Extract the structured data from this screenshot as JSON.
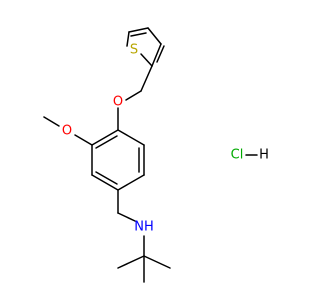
{
  "molecule": {
    "atoms": {
      "sulfur": "S",
      "ether_oxygen": "O",
      "methoxy_oxygen": "O",
      "amine": "NH",
      "salt": "HCl—H"
    },
    "colors": {
      "bond": "#000000",
      "sulfur": "#B8A600",
      "oxygen": "#FF0000",
      "nitrogen": "#0000FF",
      "chlorine": "#00AA00",
      "hydrogen": "#000000"
    },
    "salt_parts": {
      "cl": "Cl",
      "dash": "—",
      "h": "H"
    }
  }
}
